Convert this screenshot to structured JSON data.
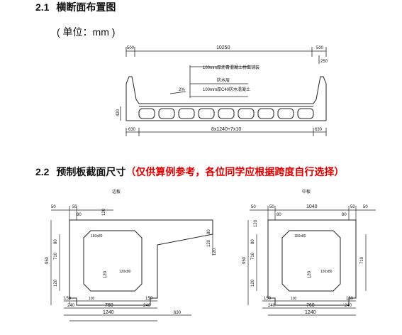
{
  "section1": {
    "number": "2.1",
    "title": "横断面布置图",
    "unit_label": "( 单位：mm )"
  },
  "cross_section": {
    "top_dims": {
      "left": "500",
      "middle": "10250",
      "right": "500",
      "right_small": "250"
    },
    "layers": [
      "100mm厚沥青混凝土桥面铺装",
      "防水层",
      "100mm厚C40防水混凝土"
    ],
    "slope": "2%",
    "height": "420",
    "bottom_dims": {
      "left": "630",
      "middle": "8x1240+7x10",
      "right": "630"
    }
  },
  "section2": {
    "number": "2.2",
    "title": "预制板截面尺寸",
    "note": "（仅供算例参考，各位同学应根据跨度自行选择）"
  },
  "edge_panel": {
    "label": "边板",
    "top_dims": [
      "50",
      "50",
      "80",
      "120"
    ],
    "left_dims": [
      "950",
      "710",
      "120",
      "80"
    ],
    "right_dims": [
      "120",
      "120",
      "80"
    ],
    "chamfer_top": "150x80",
    "chamfer_bottom": "120x80",
    "bottom_hinge": "120",
    "bottom_dims_1": [
      "150",
      "100",
      "150"
    ],
    "bottom_dims_2": [
      "240",
      "760",
      "240"
    ],
    "total_width": "1240",
    "cantilever": "630"
  },
  "middle_panel": {
    "label": "中板",
    "top_dims": [
      "50",
      "50",
      "1040",
      "50",
      "50"
    ],
    "side_dims": [
      "80",
      "80",
      "120"
    ],
    "left_dims": [
      "950",
      "710",
      "120",
      "80"
    ],
    "right_dims": [
      "710"
    ],
    "chamfer_top": "150x80",
    "chamfer_bottom": "120x80",
    "bottom_hinge": "120",
    "bottom_dims_1": [
      "150",
      "100",
      "150"
    ],
    "bottom_dims_2": [
      "240",
      "760",
      "240"
    ],
    "total_width": "1240"
  }
}
